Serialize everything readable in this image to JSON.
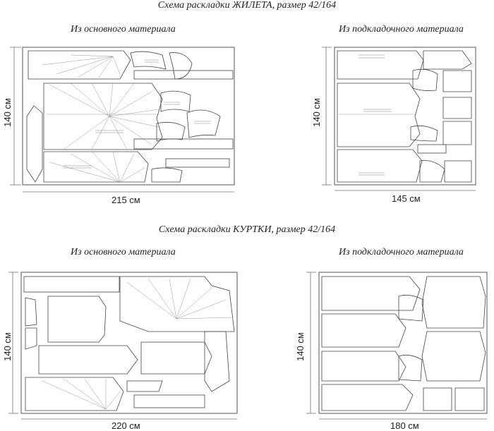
{
  "vest": {
    "title": "Схема раскладки ЖИЛЕТА, размер 42/164",
    "main": {
      "subtitle": "Из основного материала",
      "width": "215 см",
      "height": "140 см"
    },
    "lining": {
      "subtitle": "Из подкладочного материала",
      "width": "145 см",
      "height": "140 см"
    }
  },
  "jacket": {
    "title": "Схема раскладки КУРТКИ, размер 42/164",
    "main": {
      "subtitle": "Из основного материала",
      "width": "220 см",
      "height": "140 см"
    },
    "lining": {
      "subtitle": "Из подкладочного материала",
      "width": "180 см",
      "height": "140 см"
    }
  }
}
